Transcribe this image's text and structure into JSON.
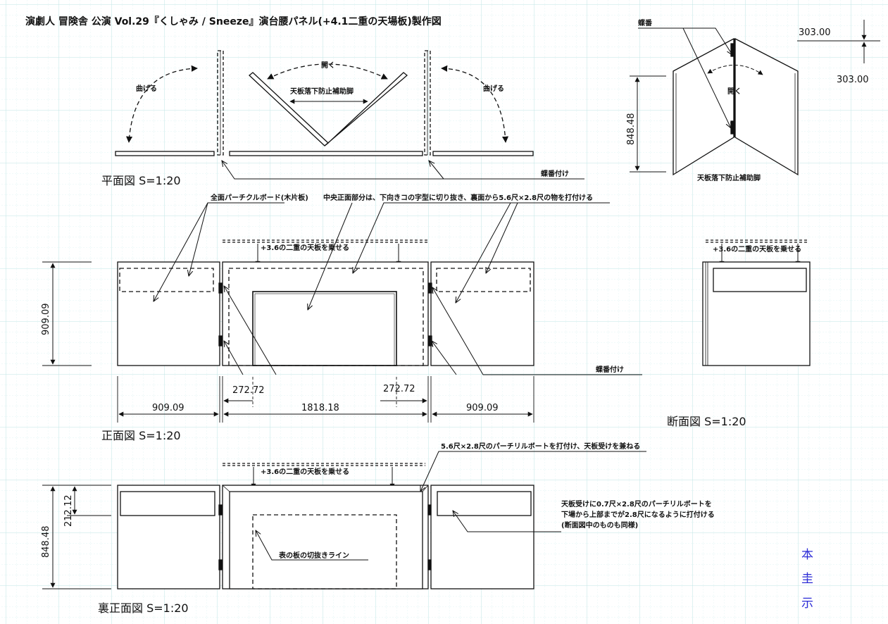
{
  "title": "演劇人 冒険舎 公演 Vol.29『くしゃみ / Sneeze』演台腰パネル(+4.1二重の天場板)製作図",
  "colors": {
    "grid": "#c9ecec",
    "ink": "#111111",
    "stamp": "#2b2bd6",
    "paper": "#ffffff"
  },
  "plan_view": {
    "label": "平面図 S=1:20",
    "bend_left": "曲げる",
    "bend_right": "曲げる",
    "open": "開く",
    "support_leg": "天板落下防止補助脚",
    "hinge_note": "蝶番付け"
  },
  "iso_view": {
    "hinge": "蝶番",
    "open": "開く",
    "support_leg": "天板落下防止補助脚",
    "dim_top": "303.00",
    "dim_bottom": "303.00",
    "dim_height": "848.48"
  },
  "front_view": {
    "label": "正面図 S=1:20",
    "note_board": "全面パーチクルボード(木片板)",
    "note_center": "中央正面部分は、下向きコの字型に切り抜き、裏面から5.6尺×2.8尺の物を打付ける",
    "top_plate": "+3.6の二重の天板を乗せる",
    "hinge_note": "蝶番付け",
    "dim_height": "909.09",
    "dim_offset_left": "272.72",
    "dim_offset_right": "272.72",
    "dim_left": "909.09",
    "dim_center": "1818.18",
    "dim_right": "909.09"
  },
  "section_view": {
    "label": "断面図 S=1:20",
    "top_plate": "+3.6の二重の天板を乗せる"
  },
  "back_view": {
    "label": "裏正面図 S=1:20",
    "note_top": "5.6尺×2.8尺のパーチリルボートを打付け、天板受けを兼ねる",
    "top_plate": "+3.6の二重の天板を乗せる",
    "cut_line": "表の板の切抜きライン",
    "note_side_1": "天板受けに0.7尺×2.8尺のパーチリルボートを",
    "note_side_2": "下場から上部までが2.8尺になるように打付ける",
    "note_side_3": "(断面図中のものも同様)",
    "dim_height": "848.48",
    "dim_inner": "212.12"
  },
  "stamp": [
    "本",
    "圭",
    "示"
  ]
}
